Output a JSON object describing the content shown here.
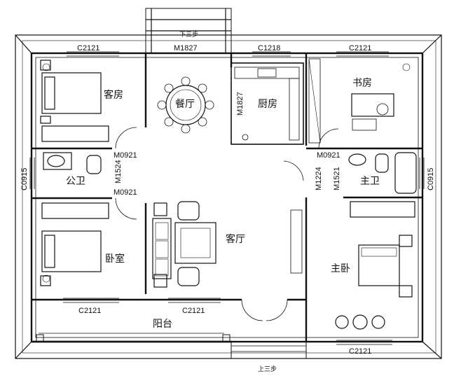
{
  "rooms": {
    "guest_room": "客房",
    "dining": "餐厅",
    "kitchen": "厨房",
    "study": "书房",
    "public_bath": "公卫",
    "living": "客厅",
    "master_bath": "主卫",
    "bedroom": "卧室",
    "master_bedroom": "主卧",
    "balcony": "阳台"
  },
  "openings": {
    "door_dining": "M1827",
    "door_kitchen": "M1827",
    "door_bath_top": "M0921",
    "door_bath_bottom": "M0921",
    "door_bath_side": "M1524",
    "door_master_bath": "M0921",
    "door_hall_vertical": "M1224",
    "door_master_bath_side": "M1521",
    "window_guest": "C2121",
    "window_kitchen": "C1218",
    "window_study": "C2121",
    "window_public_bath": "C0915",
    "window_master_bath": "C0915",
    "window_bedroom": "C2121",
    "window_living": "C2121",
    "window_master_bedroom": "C2121"
  },
  "steps": {
    "top": "下三步",
    "bottom": "上三步"
  }
}
